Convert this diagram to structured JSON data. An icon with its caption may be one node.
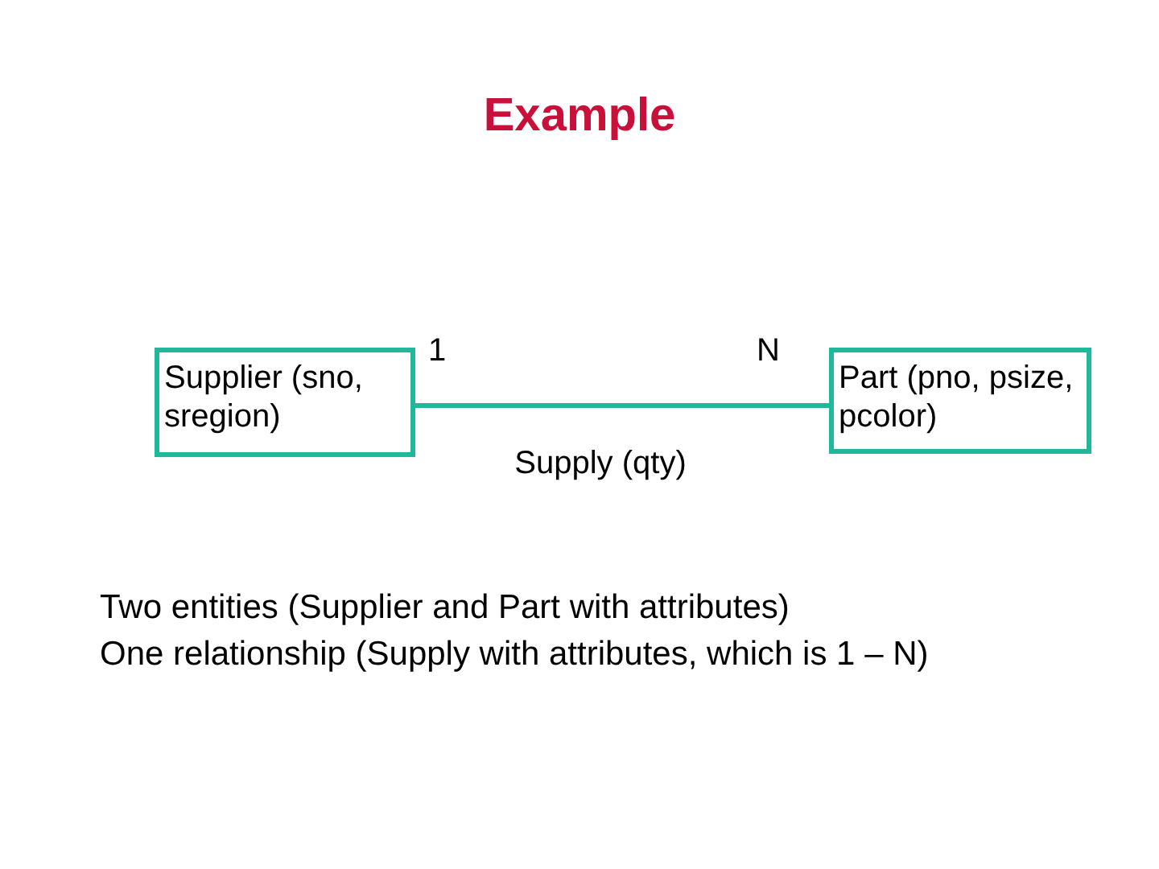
{
  "diagram": {
    "title": "Example",
    "nodes": [
      {
        "text": [
          "Supplier (sno, sregion)"
        ]
      },
      {
        "text": [
          "Part (pno, psize, pcolor)"
        ]
      }
    ],
    "edges": [
      {
        "from": 0,
        "to": 1,
        "arrow": "none",
        "label": "Supply (qty)"
      }
    ],
    "labels": [
      "1",
      "N",
      "Two entities (Supplier and Part with attributes)",
      "One relationship (Supply with attributes, which is 1 – N)"
    ]
  }
}
